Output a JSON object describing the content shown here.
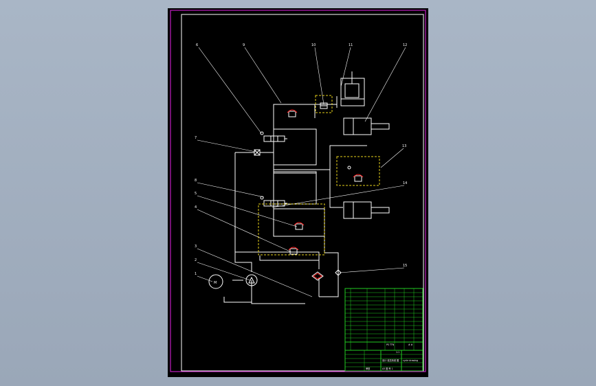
{
  "colors": {
    "background": "#a1aebf",
    "sheet": "#000000",
    "frame": "#c21ec2",
    "lines": "#ffffff",
    "table": "#22cc22",
    "dashed_boxes": "#e8d21a",
    "valves": "#ff2020"
  },
  "callouts": {
    "c1": "1",
    "c2": "2",
    "c3": "3",
    "c4": "4",
    "c5": "5",
    "c6": "6",
    "c7": "7",
    "c8": "8",
    "c9": "9",
    "c10": "10",
    "c11": "11",
    "c12": "12",
    "c13": "13",
    "c14": "14",
    "c15": "15"
  },
  "symbols": {
    "motor": "M"
  },
  "title_block": {
    "scale_row": "1:1",
    "header_left": "PS TTN",
    "header_right": "# #",
    "design_title": "设计 液压系统 图",
    "drawing_name": "cycle drawing",
    "sign_a": "审核",
    "sign_b": "A3 图 号 1"
  }
}
